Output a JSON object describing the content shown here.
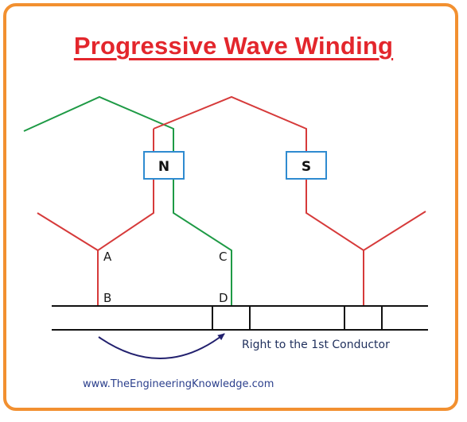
{
  "title": "Progressive Wave Winding",
  "poles": {
    "north": "N",
    "south": "S"
  },
  "points": {
    "a": "A",
    "b": "B",
    "c": "C",
    "d": "D"
  },
  "annotation": "Right to the 1st Conductor",
  "footer": "www.TheEngineeringKnowledge.com",
  "colors": {
    "frame": "#f29030",
    "title": "#e3262c",
    "red_winding": "#d63a3a",
    "green_winding": "#1e9a45",
    "pole_border": "#2f8bd0",
    "arrow": "#22206e",
    "footer": "#2b3f8c",
    "label": "#1a1a1a",
    "annotation": "#1f2f5c",
    "commutator": "#111111"
  }
}
